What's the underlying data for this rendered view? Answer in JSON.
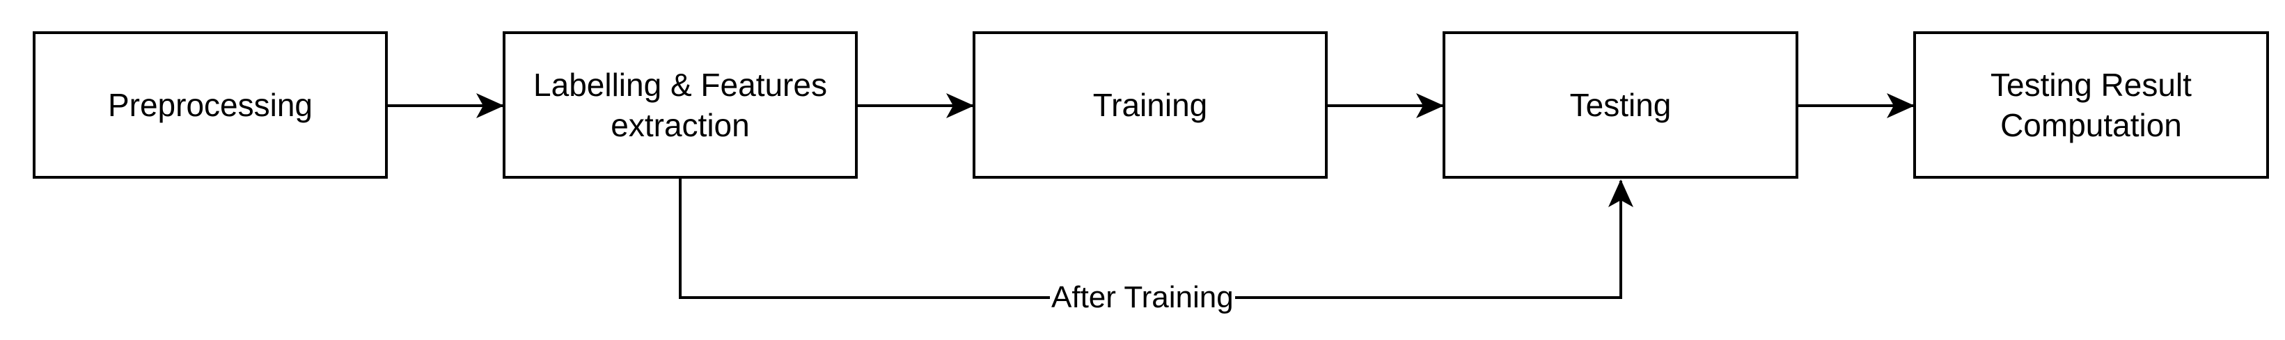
{
  "diagram": {
    "nodes": [
      {
        "id": "preprocessing",
        "label": "Preprocessing"
      },
      {
        "id": "labelling",
        "label": "Labelling & Features\nextraction"
      },
      {
        "id": "training",
        "label": "Training"
      },
      {
        "id": "testing",
        "label": "Testing"
      },
      {
        "id": "result",
        "label": "Testing Result\nComputation"
      }
    ],
    "edges": [
      {
        "from": "preprocessing",
        "to": "labelling",
        "label": ""
      },
      {
        "from": "labelling",
        "to": "training",
        "label": ""
      },
      {
        "from": "training",
        "to": "testing",
        "label": ""
      },
      {
        "from": "testing",
        "to": "result",
        "label": ""
      },
      {
        "from": "labelling",
        "to": "testing",
        "label": "After Training"
      }
    ],
    "colors": {
      "stroke": "#000000",
      "fill": "#ffffff",
      "text": "#000000"
    }
  }
}
